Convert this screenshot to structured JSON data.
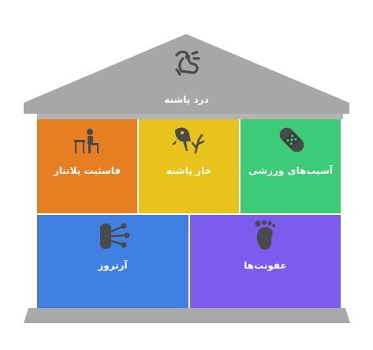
{
  "roof": {
    "title": "درد پاشنه",
    "color": "#a7a7a7",
    "icon": "heel-pain-icon"
  },
  "row1": [
    {
      "label": "فاسئیت پلانتار",
      "color": "#e67e22",
      "icon": "desk-person-icon"
    },
    {
      "label": "خار پاشنه",
      "color": "#e8c31b",
      "icon": "bird-spur-icon"
    },
    {
      "label": "آسیب‌های ورزشی",
      "color": "#3ccc78",
      "icon": "bandage-icon"
    }
  ],
  "row2": [
    {
      "label": "آرتروز",
      "color": "#4080e2",
      "icon": "molecule-network-icon"
    },
    {
      "label": "عفونت‌ها",
      "color": "#7c5cec",
      "icon": "footprint-icon"
    }
  ],
  "base": {
    "color": "#a9a9a9"
  }
}
